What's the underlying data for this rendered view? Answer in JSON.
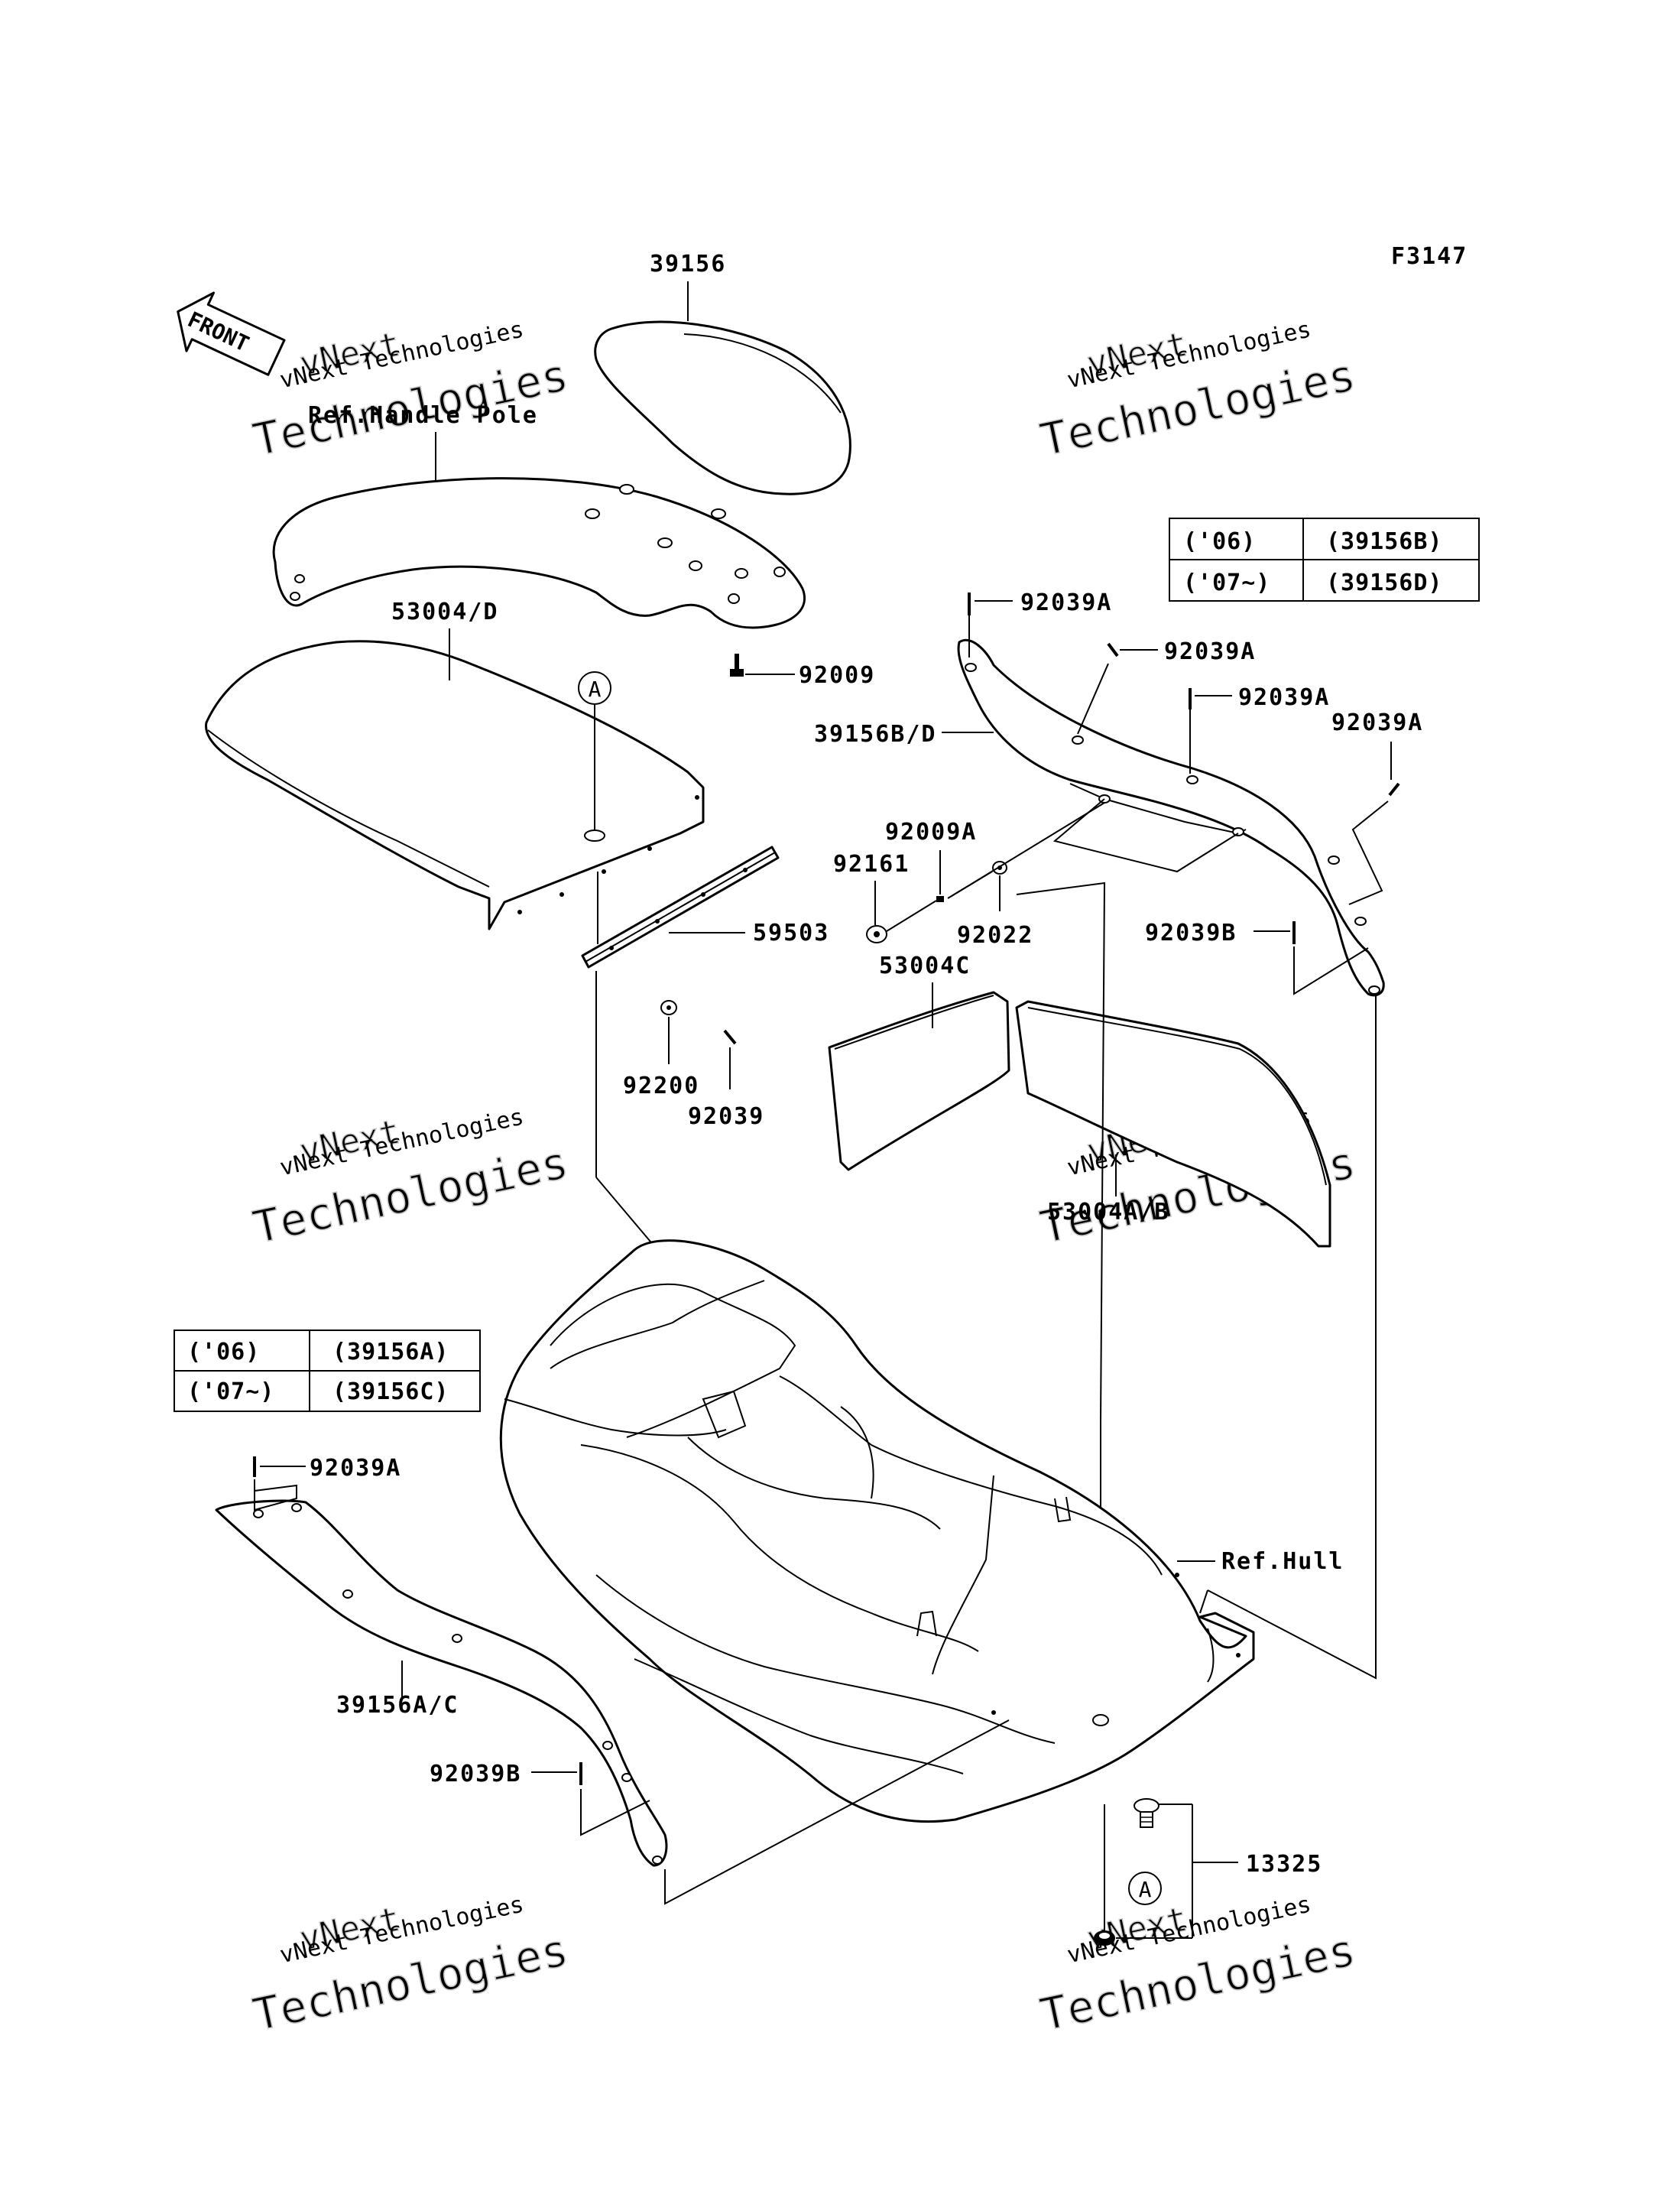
{
  "figure_code": "F3147",
  "front_arrow": "FRONT",
  "watermark": {
    "line1": "vNext",
    "line2": "vNext Technologies",
    "line3": "Technologies"
  },
  "callouts": {
    "circle_a": "A"
  },
  "labels": {
    "p39156": "39156",
    "ref_handle_pole": "Ref.Handle Pole",
    "p53004d": "53004/D",
    "p92009": "92009",
    "p92039a_1": "92039A",
    "p92039a_2": "92039A",
    "p92039a_3": "92039A",
    "p92039a_4": "92039A",
    "p39156bd": "39156B/D",
    "p92009a": "92009A",
    "p92161": "92161",
    "p92022": "92022",
    "p59503": "59503",
    "p53004c": "53004C",
    "p92039b_1": "92039B",
    "p92200": "92200",
    "p92039": "92039",
    "p53004ab": "53004A/B",
    "p92039a_5": "92039A",
    "ref_hull": "Ref.Hull",
    "p39156ac": "39156A/C",
    "p92039b_2": "92039B",
    "p13325": "13325"
  },
  "table_right": [
    {
      "year": "('06)",
      "part": "(39156B)"
    },
    {
      "year": "('07~)",
      "part": "(39156D)"
    }
  ],
  "table_left": [
    {
      "year": "('06)",
      "part": "(39156A)"
    },
    {
      "year": "('07~)",
      "part": "(39156C)"
    }
  ]
}
